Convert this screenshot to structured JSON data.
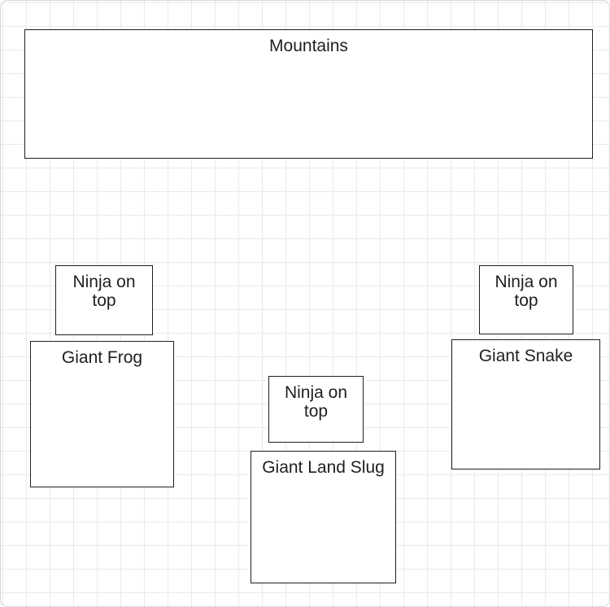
{
  "canvas": {
    "background_color": "#ffffff",
    "grid_line_color": "#e9eaef",
    "border_color": "#d7d8dc"
  },
  "shape_style": {
    "fill_color": "#ffffff",
    "stroke_color": "#1f1f1f",
    "text_color": "#1f1f1f"
  },
  "shapes": [
    {
      "name": "mountains",
      "label": "Mountains"
    },
    {
      "name": "ninja-on-top-frog",
      "label": "Ninja on\ntop"
    },
    {
      "name": "giant-frog",
      "label": "Giant Frog"
    },
    {
      "name": "ninja-on-top-slug",
      "label": "Ninja on\ntop"
    },
    {
      "name": "giant-land-slug",
      "label": "Giant Land Slug"
    },
    {
      "name": "ninja-on-top-snake",
      "label": "Ninja on\ntop"
    },
    {
      "name": "giant-snake",
      "label": "Giant Snake"
    }
  ]
}
